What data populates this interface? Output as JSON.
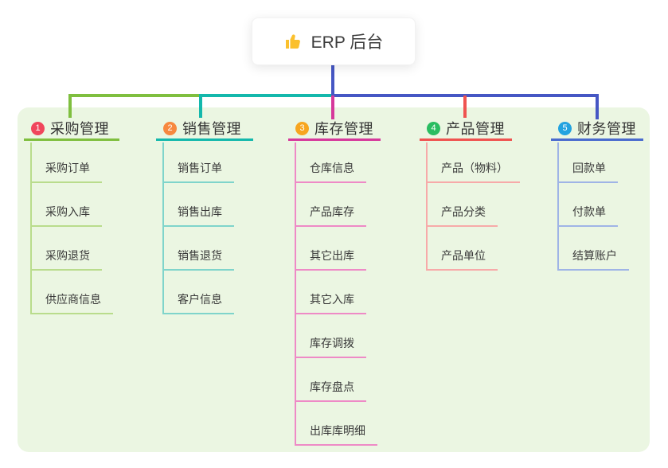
{
  "root": {
    "icon": "thumbs-up-icon",
    "label": "ERP 后台"
  },
  "branches": [
    {
      "num": "1",
      "label": "采购管理",
      "badge_color": "#f0465c",
      "line_color": "#7fbf3f",
      "child_line_color": "#b9dc8c",
      "children": [
        "采购订单",
        "采购入库",
        "采购退货",
        "供应商信息"
      ]
    },
    {
      "num": "2",
      "label": "销售管理",
      "badge_color": "#f7883f",
      "line_color": "#14b8ac",
      "child_line_color": "#7fd4cb",
      "children": [
        "销售订单",
        "销售出库",
        "销售退货",
        "客户信息"
      ]
    },
    {
      "num": "3",
      "label": "库存管理",
      "badge_color": "#f7a51f",
      "line_color": "#d6399b",
      "child_line_color": "#ee8ac6",
      "children": [
        "仓库信息",
        "产品库存",
        "其它出库",
        "其它入库",
        "库存调拨",
        "库存盘点",
        "出库库明细"
      ]
    },
    {
      "num": "4",
      "label": "产品管理",
      "badge_color": "#2abd61",
      "line_color": "#ef5350",
      "child_line_color": "#f7aaa9",
      "children": [
        "产品（物料）",
        "产品分类",
        "产品单位"
      ]
    },
    {
      "num": "5",
      "label": "财务管理",
      "badge_color": "#23a3e0",
      "line_color": "#4a6bce",
      "child_line_color": "#9fb4e6",
      "children": [
        "回款单",
        "付款单",
        "结算账户"
      ]
    }
  ],
  "connector_colors": {
    "stem": "#4657c4",
    "left_segment": "#7fbf3f",
    "mid_segment": "#14b8ac",
    "right_segment": "#4657c4"
  },
  "panel_bg": "#ebf6e2",
  "icon_color": "#fbc02d"
}
